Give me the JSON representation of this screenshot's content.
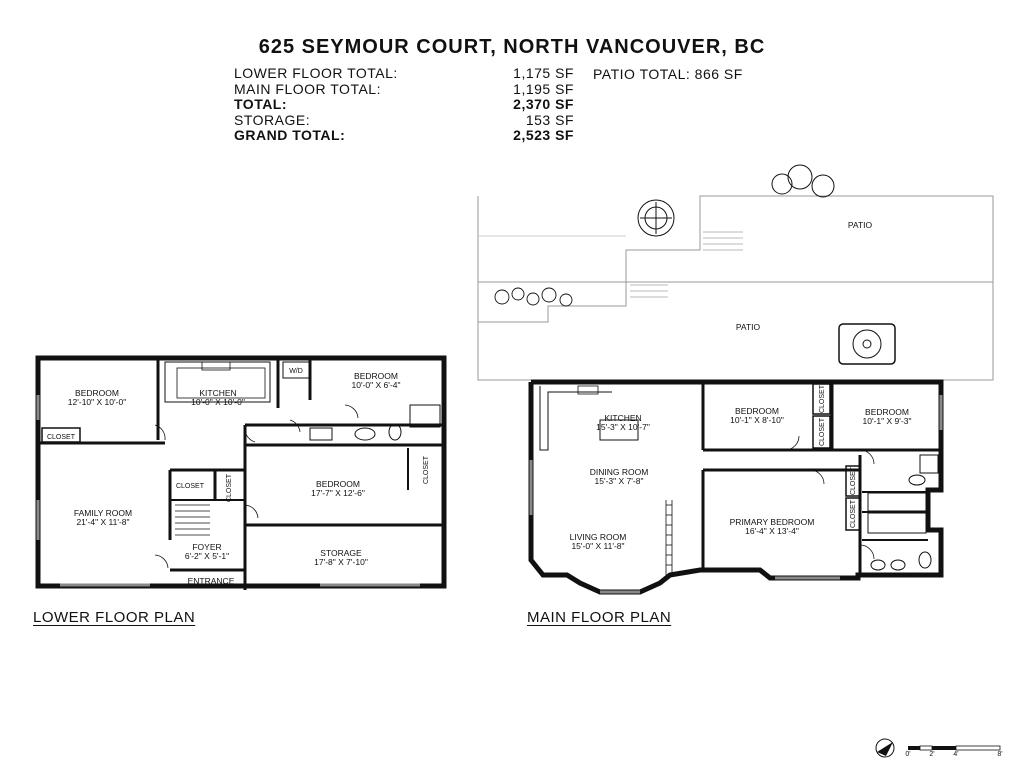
{
  "title": "625 SEYMOUR COURT, NORTH VANCOUVER, BC",
  "totals": [
    {
      "label": "LOWER FLOOR TOTAL:",
      "value": "1,175 SF",
      "bold": false
    },
    {
      "label": "MAIN FLOOR TOTAL:",
      "value": "1,195 SF",
      "bold": false
    },
    {
      "label": "TOTAL:",
      "value": "2,370 SF",
      "bold": true
    },
    {
      "label": "STORAGE:",
      "value": "153 SF",
      "bold": false
    },
    {
      "label": "GRAND TOTAL:",
      "value": "2,523 SF",
      "bold": true
    }
  ],
  "patio_total": "PATIO TOTAL: 866 SF",
  "lower_floor": {
    "caption": "LOWER FLOOR PLAN",
    "rooms": {
      "bedroom1": {
        "name": "BEDROOM",
        "dims": "12'-10\" X 10'-0\""
      },
      "kitchen": {
        "name": "KITCHEN",
        "dims": "10'-0\" X 10'-0\""
      },
      "wd": "W/D",
      "bedroom2": {
        "name": "BEDROOM",
        "dims": "10'-0\" X 6'-4\""
      },
      "closet1": "CLOSET",
      "closet2": "CLOSET",
      "closet3": "CLOSET",
      "closet4": "CLOSET",
      "family": {
        "name": "FAMILY ROOM",
        "dims": "21'-4\" X 11'-8\""
      },
      "bedroom3": {
        "name": "BEDROOM",
        "dims": "17'-7\" X 12'-6\""
      },
      "foyer": {
        "name": "FOYER",
        "dims": "6'-2\" X 5'-1\""
      },
      "storage": {
        "name": "STORAGE",
        "dims": "17'-8\" X 7'-10\""
      },
      "entrance": "ENTRANCE"
    }
  },
  "main_floor": {
    "caption": "MAIN FLOOR PLAN",
    "rooms": {
      "patio_upper": "PATIO",
      "patio_lower": "PATIO",
      "kitchen": {
        "name": "KITCHEN",
        "dims": "15'-3\" X 10'-7\""
      },
      "bedroom1": {
        "name": "BEDROOM",
        "dims": "10'-1\" X 8'-10\""
      },
      "bedroom2": {
        "name": "BEDROOM",
        "dims": "10'-1\" X 9'-3\""
      },
      "closet1": "CLOSET",
      "closet2": "CLOSET",
      "closet3": "CLOSET",
      "closet4": "CLOSET",
      "dining": {
        "name": "DINING ROOM",
        "dims": "15'-3\" X 7'-8\""
      },
      "living": {
        "name": "LIVING ROOM",
        "dims": "15'-0\" X 11'-8\""
      },
      "primary": {
        "name": "PRIMARY BEDROOM",
        "dims": "16'-4\" X 13'-4\""
      }
    }
  },
  "scale_bar": {
    "ticks": [
      "0'",
      "2'",
      "4'",
      "8'"
    ]
  }
}
